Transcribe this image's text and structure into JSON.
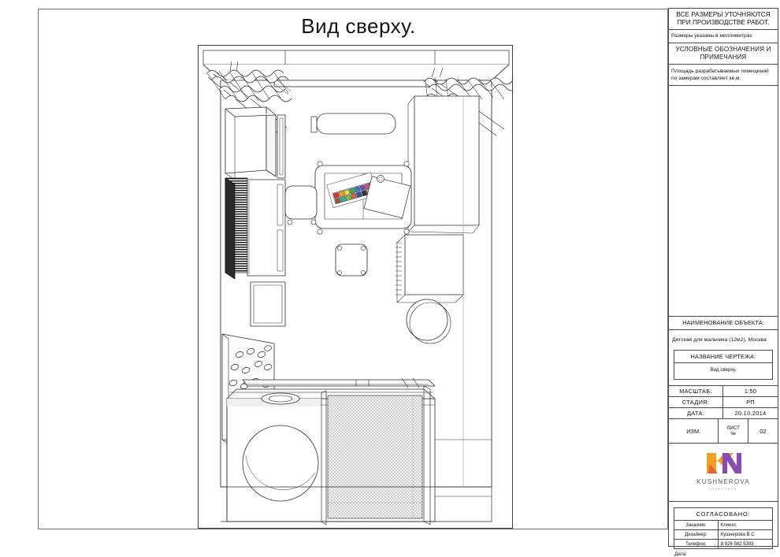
{
  "drawing": {
    "title": "Вид сверху.",
    "plan_label": "top-view-floor-plan"
  },
  "title_block": {
    "notes_main": "ВСЕ РАЗМЕРЫ УТОЧНЯЮТСЯ ПРИ ПРОИЗВОДСТВЕ РАБОТ.",
    "notes_units": "Размеры указаны в миллиметрах",
    "legend_header": "УСЛОВНЫЕ ОБОЗНАЧЕНИЯ И ПРИМЕЧАНИЯ",
    "legend_body": "Площадь разрабатываемых помещений по замерам составляет  кв.м.",
    "object_header": "НАИМЕНОВАНИЕ ОБЪЕКТА:",
    "object_name": "Детская для мальчика (12м2), Москва",
    "dwg_name_header": "НАЗВАНИЕ ЧЕРТЕЖА:",
    "dwg_name_value": "Вид сверху.",
    "rows": [
      {
        "key": "МАСШТАБ:",
        "value": "1:50"
      },
      {
        "key": "СТАДИЯ:",
        "value": "РП"
      },
      {
        "key": "ДАТА:",
        "value": "20.10.2014"
      }
    ],
    "izm_label": "ИЗМ.",
    "sheet_label_line1": "ЛИСТ",
    "sheet_label_line2": "№",
    "sheet_number": "02",
    "logo": {
      "wordmark": "KUSHNEROVA",
      "subtitle": "interiors",
      "color_left": "#f0a125",
      "color_mid": "#e8622b",
      "color_right": "#8c4ab3"
    },
    "approval": {
      "header": "СОГЛАСОВАНО:",
      "rows": [
        {
          "key": "Заказчик:",
          "value": "Клиент."
        },
        {
          "key": "Дизайнер:",
          "value": "Кушнерова В.С"
        },
        {
          "key": "Телефон:",
          "value": "8 926 582 5393"
        }
      ],
      "date_label": "Дата:"
    }
  },
  "plan_items": {
    "window_top": "window-with-curtains",
    "radiator_top": "radiator",
    "wardrobe_right": "tall-wardrobe",
    "shelf_right": "shelf-unit",
    "pouf_right": "round-pouf",
    "cabinet_left": "left-wall-cabinets",
    "desk_center": "desk",
    "chair_center": "desk-chair",
    "stool_center": "stool",
    "palette_on_desk": "paint-palette",
    "climbing_wall": "climbing-wall-holds",
    "bunk_bed": "bunk-bed",
    "bed_net": "safety-net-panel",
    "round_rug": "round-rug"
  }
}
